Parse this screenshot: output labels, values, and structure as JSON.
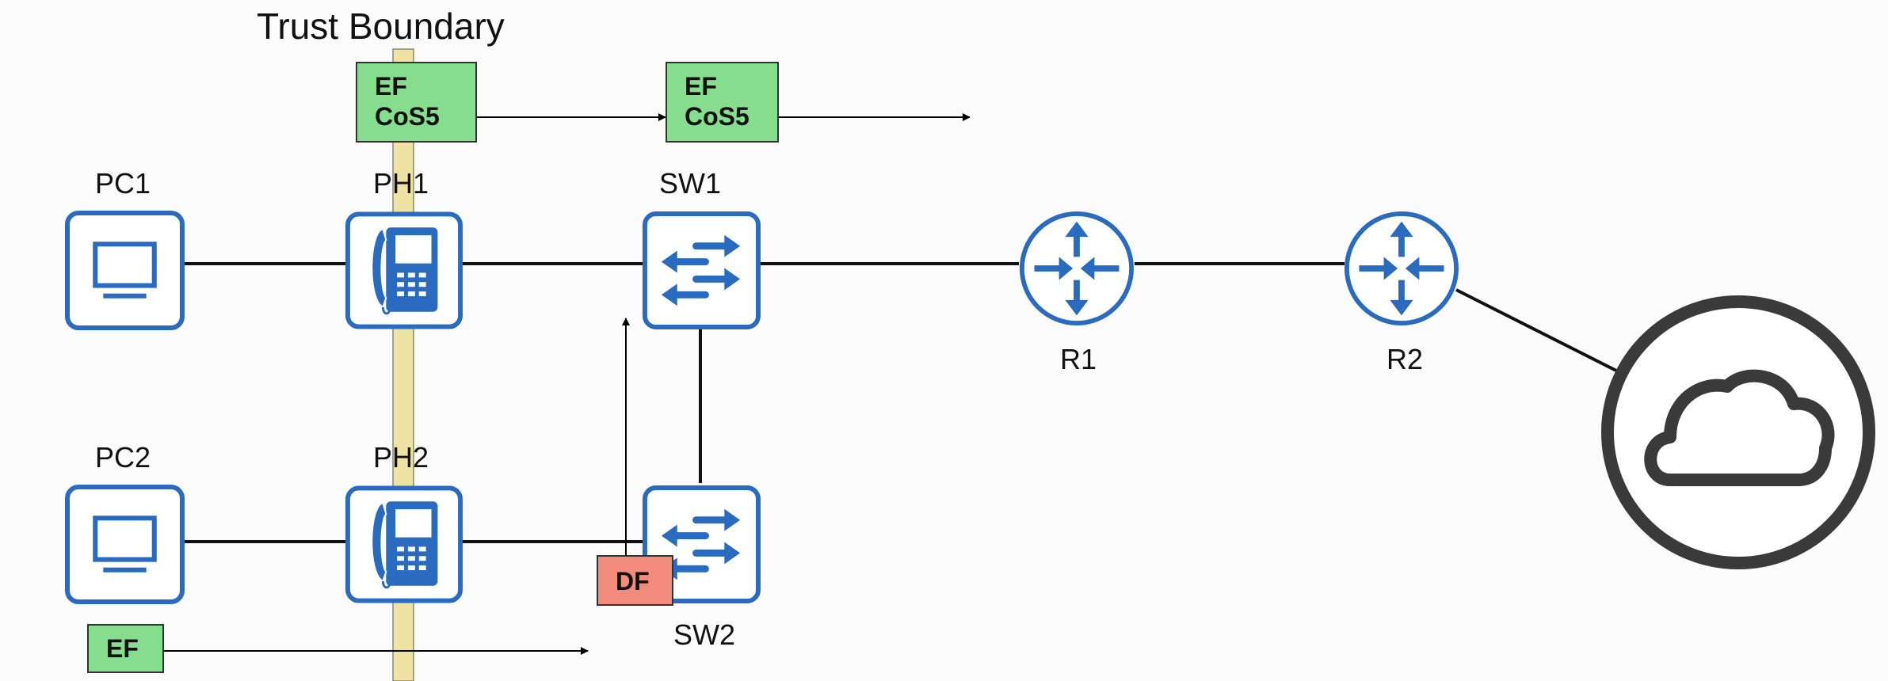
{
  "title": "Trust Boundary",
  "colors": {
    "device_blue": "#2a6bbf",
    "trust_boundary": "#efe3a4",
    "tag_green": "#86dd8e",
    "tag_red": "#f28b7b",
    "cloud_gray": "#3a3a3a"
  },
  "devices": {
    "pc1": {
      "label": "PC1",
      "icon": "monitor-icon"
    },
    "pc2": {
      "label": "PC2",
      "icon": "monitor-icon"
    },
    "ph1": {
      "label": "PH1",
      "icon": "ip-phone-icon"
    },
    "ph2": {
      "label": "PH2",
      "icon": "ip-phone-icon"
    },
    "sw1": {
      "label": "SW1",
      "icon": "switch-icon"
    },
    "sw2": {
      "label": "SW2",
      "icon": "switch-icon"
    },
    "r1": {
      "label": "R1",
      "icon": "router-icon"
    },
    "r2": {
      "label": "R2",
      "icon": "router-icon"
    },
    "internet": {
      "icon": "cloud-icon"
    }
  },
  "tags": {
    "ph1_out": {
      "line1": "EF",
      "line2": "CoS5"
    },
    "sw1_out": {
      "line1": "EF",
      "line2": "CoS5"
    },
    "sw2_df": {
      "line1": "DF"
    },
    "pc2_ef": {
      "line1": "EF"
    }
  }
}
